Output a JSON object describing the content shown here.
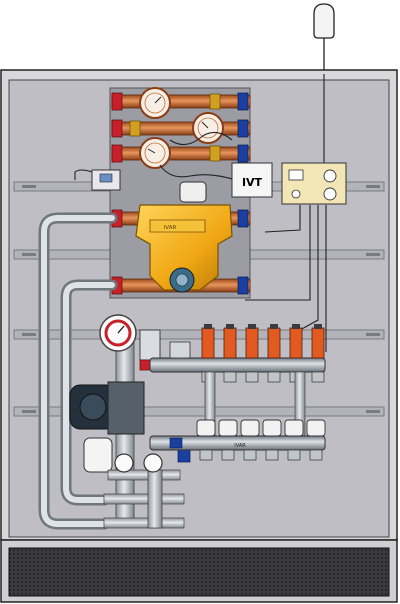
{
  "labels": {
    "mixing_group": "IVAR",
    "header_brand": "IVAR",
    "controller_brand": "IVT"
  },
  "colors": {
    "cabinet_frame": "#d9d9d9",
    "cabinet_panel": "#bdbdc3",
    "mounting_plate": "#9a9aa2",
    "rail": "#b8b8c0",
    "brass": "#f2b21b",
    "brass_dark": "#b07a0c",
    "copper": "#c46a34",
    "red_valve": "#c8202a",
    "blue_valve": "#1a3fa0",
    "steel_pipe": "#a9b0b8",
    "manifold": "#8d96a0",
    "flowmeter": "#e0531f",
    "pump_green": "#3d6b8a",
    "grille": "#2f2f33"
  },
  "components": {
    "water_meters": 3,
    "manifold_outlets": 6,
    "valve_caps": 6,
    "pressure_gauges": 2,
    "thermometer": 1
  },
  "icons": [
    "thermostat-bulb-icon",
    "pump-icon",
    "gauge-icon",
    "valve-icon",
    "controller-icon"
  ]
}
